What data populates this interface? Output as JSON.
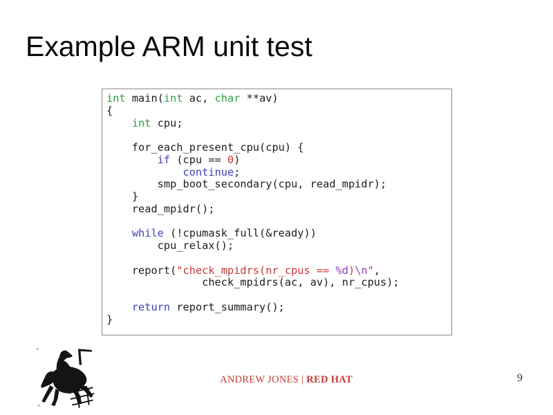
{
  "title": "Example ARM unit test",
  "code": {
    "colors": {
      "p": "#1c1c1c",
      "t": "#2f9e44",
      "k": "#4040c0",
      "n": "#c83737",
      "s": "#c83737",
      "e": "#8f3fbf"
    },
    "lines": [
      [
        [
          "t",
          "int"
        ],
        [
          "p",
          " main("
        ],
        [
          "t",
          "int"
        ],
        [
          "p",
          " ac, "
        ],
        [
          "t",
          "char"
        ],
        [
          "p",
          " **av)"
        ]
      ],
      [
        [
          "p",
          "{"
        ]
      ],
      [
        [
          "p",
          "    "
        ],
        [
          "t",
          "int"
        ],
        [
          "p",
          " cpu;"
        ]
      ],
      [],
      [
        [
          "p",
          "    for_each_present_cpu(cpu) {"
        ]
      ],
      [
        [
          "p",
          "        "
        ],
        [
          "k",
          "if"
        ],
        [
          "p",
          " (cpu == "
        ],
        [
          "n",
          "0"
        ],
        [
          "p",
          ")"
        ]
      ],
      [
        [
          "p",
          "            "
        ],
        [
          "k",
          "continue"
        ],
        [
          "p",
          ";"
        ]
      ],
      [
        [
          "p",
          "        smp_boot_secondary(cpu, read_mpidr);"
        ]
      ],
      [
        [
          "p",
          "    }"
        ]
      ],
      [
        [
          "p",
          "    read_mpidr();"
        ]
      ],
      [],
      [
        [
          "p",
          "    "
        ],
        [
          "k",
          "while"
        ],
        [
          "p",
          " (!cpumask_full(&ready))"
        ]
      ],
      [
        [
          "p",
          "        cpu_relax();"
        ]
      ],
      [],
      [
        [
          "p",
          "    report("
        ],
        [
          "s",
          "\"check_mpidrs(nr_cpus == "
        ],
        [
          "e",
          "%d"
        ],
        [
          "s",
          ")"
        ],
        [
          "e",
          "\\n"
        ],
        [
          "s",
          "\""
        ],
        [
          "p",
          ","
        ]
      ],
      [
        [
          "p",
          "               check_mpidrs(ac, av), nr_cpus);"
        ]
      ],
      [],
      [
        [
          "p",
          "    "
        ],
        [
          "k",
          "return"
        ],
        [
          "p",
          " report_summary();"
        ]
      ],
      [
        [
          "p",
          "}"
        ]
      ]
    ]
  },
  "footer": {
    "author": "ANDREW JONES",
    "separator": "|",
    "company": "RED HAT",
    "color": "#c53b33"
  },
  "page_number": "9",
  "logo": {
    "icon": "bucking-bronco-logo",
    "color": "#141414"
  }
}
